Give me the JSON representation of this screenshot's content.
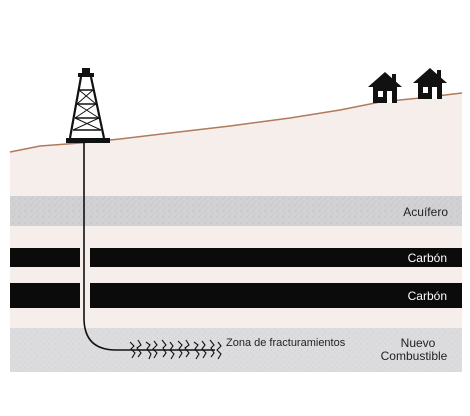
{
  "layers": {
    "aquifer_label": "Acuífero",
    "coal_upper_label": "Carbón",
    "coal_lower_label": "Carbón",
    "new_fuel_label_line1": "Nuevo",
    "new_fuel_label_line2": "Combustible"
  },
  "annotations": {
    "fracture_zone_label": "Zona de fracturamientos"
  },
  "icons": {
    "derrick": "oil-derrick-icon",
    "houses": [
      "house-icon",
      "house-icon"
    ]
  },
  "colors": {
    "ground_surface": "#b07a5c",
    "subsurface": "#f6eeea",
    "aquifer": "#d2d2d4",
    "coal": "#0b0b0b",
    "target_formation": "#dcdcde",
    "label_light": "#ffffff",
    "label_dark": "#222222"
  }
}
